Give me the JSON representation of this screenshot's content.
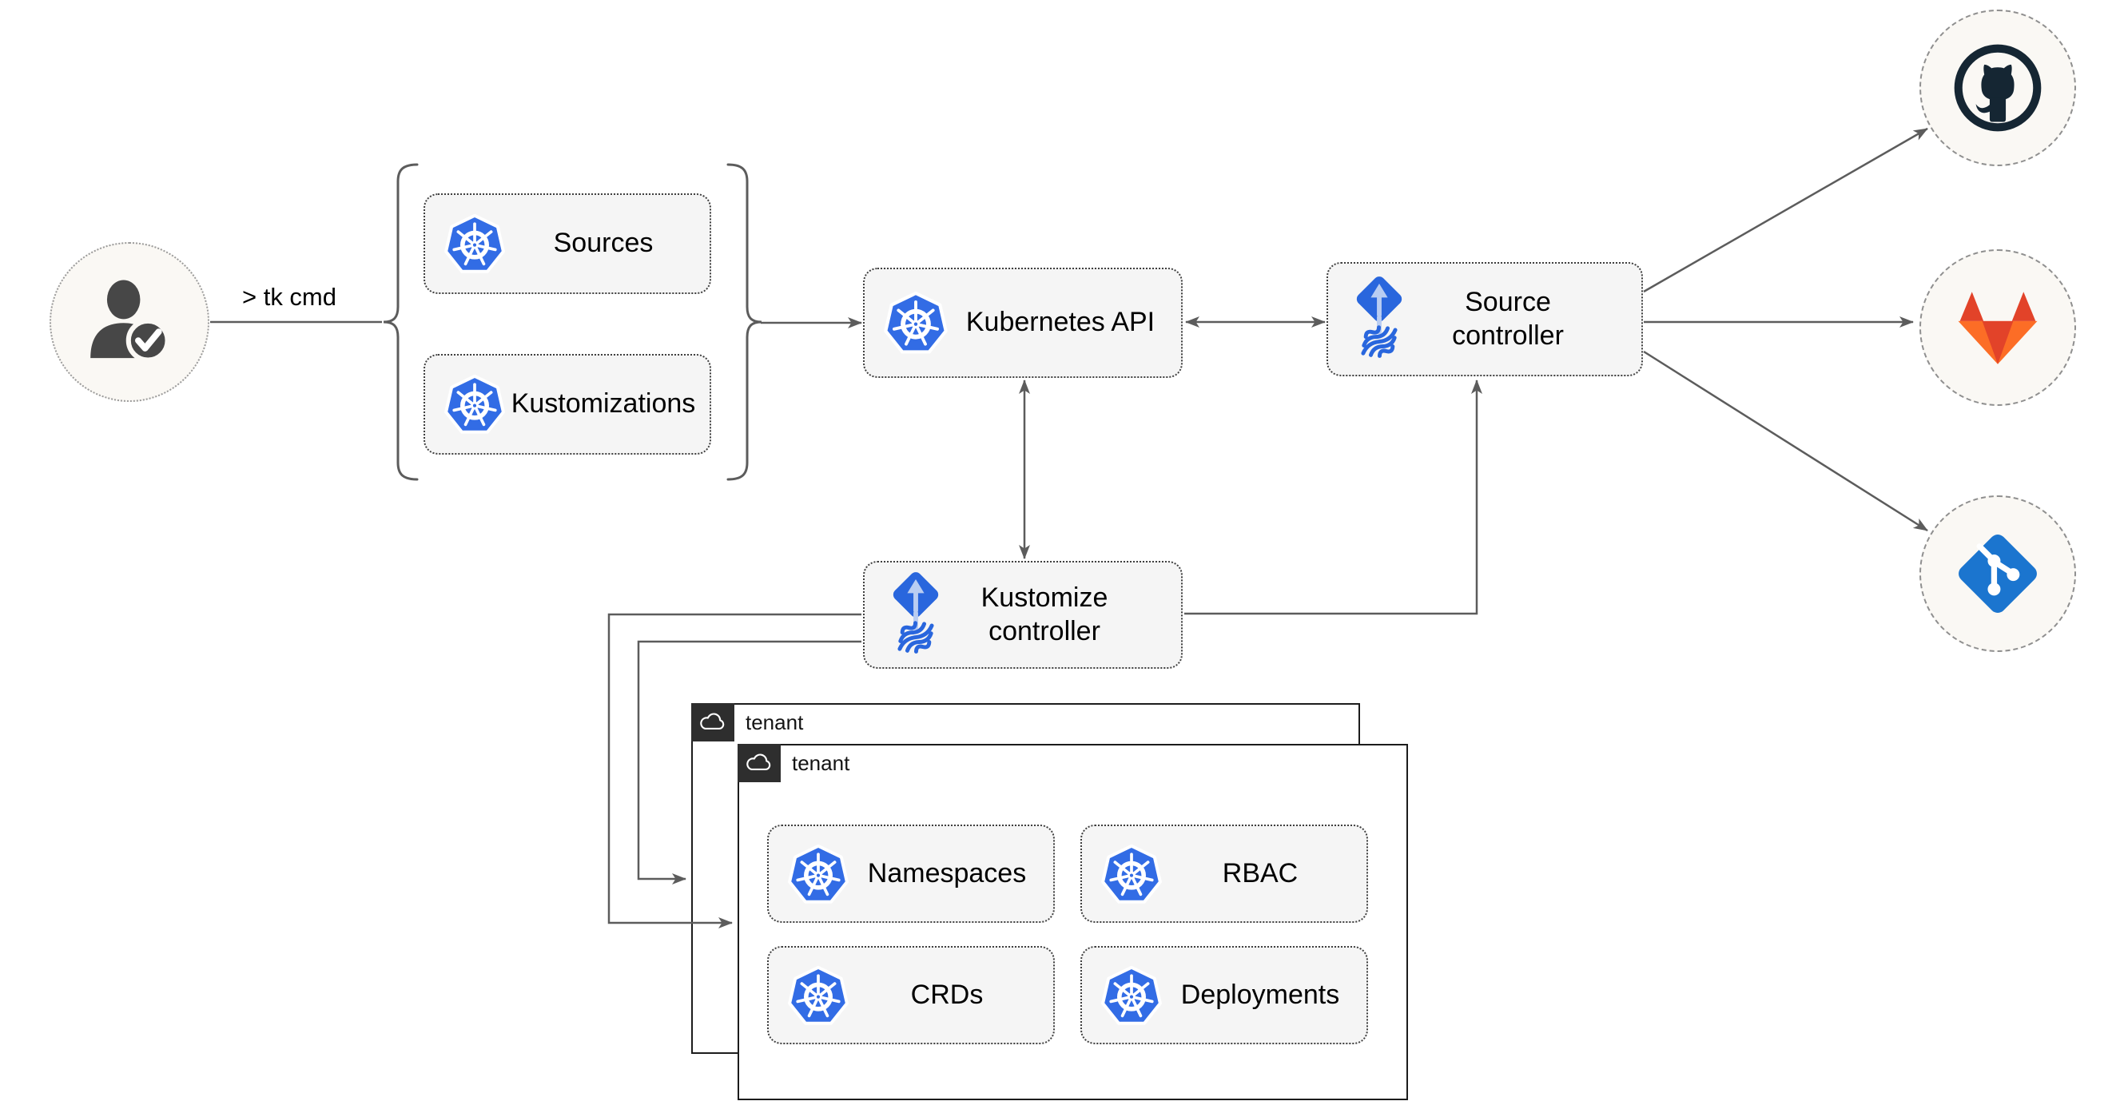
{
  "diagram": {
    "user_command": "> tk cmd",
    "nodes": {
      "sources": {
        "label": "Sources",
        "icon": "kubernetes-icon"
      },
      "kustomizations": {
        "label": "Kustomizations",
        "icon": "kubernetes-icon"
      },
      "kubernetes_api": {
        "label": "Kubernetes API",
        "icon": "kubernetes-icon"
      },
      "source_controller": {
        "label": "Source controller",
        "icon": "flux-icon"
      },
      "kustomize_controller": {
        "label": "Kustomize controller",
        "icon": "flux-icon"
      },
      "namespaces": {
        "label": "Namespaces",
        "icon": "kubernetes-icon"
      },
      "rbac": {
        "label": "RBAC",
        "icon": "kubernetes-icon"
      },
      "crds": {
        "label": "CRDs",
        "icon": "kubernetes-icon"
      },
      "deployments": {
        "label": "Deployments",
        "icon": "kubernetes-icon"
      }
    },
    "tenants": {
      "back": {
        "label": "tenant",
        "icon": "cloud-icon"
      },
      "front": {
        "label": "tenant",
        "icon": "cloud-icon"
      }
    },
    "actors": {
      "user": {
        "icon": "user-check-icon"
      }
    },
    "providers": [
      {
        "name": "github",
        "icon": "github-logo-icon"
      },
      {
        "name": "gitlab",
        "icon": "gitlab-logo-icon"
      },
      {
        "name": "git",
        "icon": "git-logo-icon"
      }
    ],
    "edges": [
      {
        "from": "user",
        "to": "resource-bracket",
        "arrow": "none"
      },
      {
        "from": "resource-bracket",
        "to": "kubernetes_api",
        "arrow": "end"
      },
      {
        "from": "kubernetes_api",
        "to": "source_controller",
        "arrow": "both"
      },
      {
        "from": "kubernetes_api",
        "to": "kustomize_controller",
        "arrow": "both"
      },
      {
        "from": "kustomize_controller",
        "to": "source_controller",
        "arrow": "end"
      },
      {
        "from": "kustomize_controller",
        "to": "tenant-front",
        "arrow": "end"
      },
      {
        "from": "kustomize_controller",
        "to": "tenant-back",
        "arrow": "end"
      },
      {
        "from": "source_controller",
        "to": "github",
        "arrow": "end"
      },
      {
        "from": "source_controller",
        "to": "gitlab",
        "arrow": "end"
      },
      {
        "from": "source_controller",
        "to": "git",
        "arrow": "end"
      }
    ],
    "colors": {
      "kubernetes_blue": "#326ce5",
      "flux_blue": "#2966dd",
      "flux_arrow_light": "#b9cdf2",
      "git_blue": "#1b75cf",
      "github_dark": "#152633",
      "gitlab_red": "#e24329",
      "gitlab_orange": "#fc6d26",
      "line_gray": "#5c5c5c",
      "node_fill": "#f5f5f5",
      "node_border": "#3f3f3f",
      "circle_fill": "#faf8f4",
      "tenant_border": "#1c1c1c",
      "tenant_badge": "#2e2e2e"
    }
  }
}
